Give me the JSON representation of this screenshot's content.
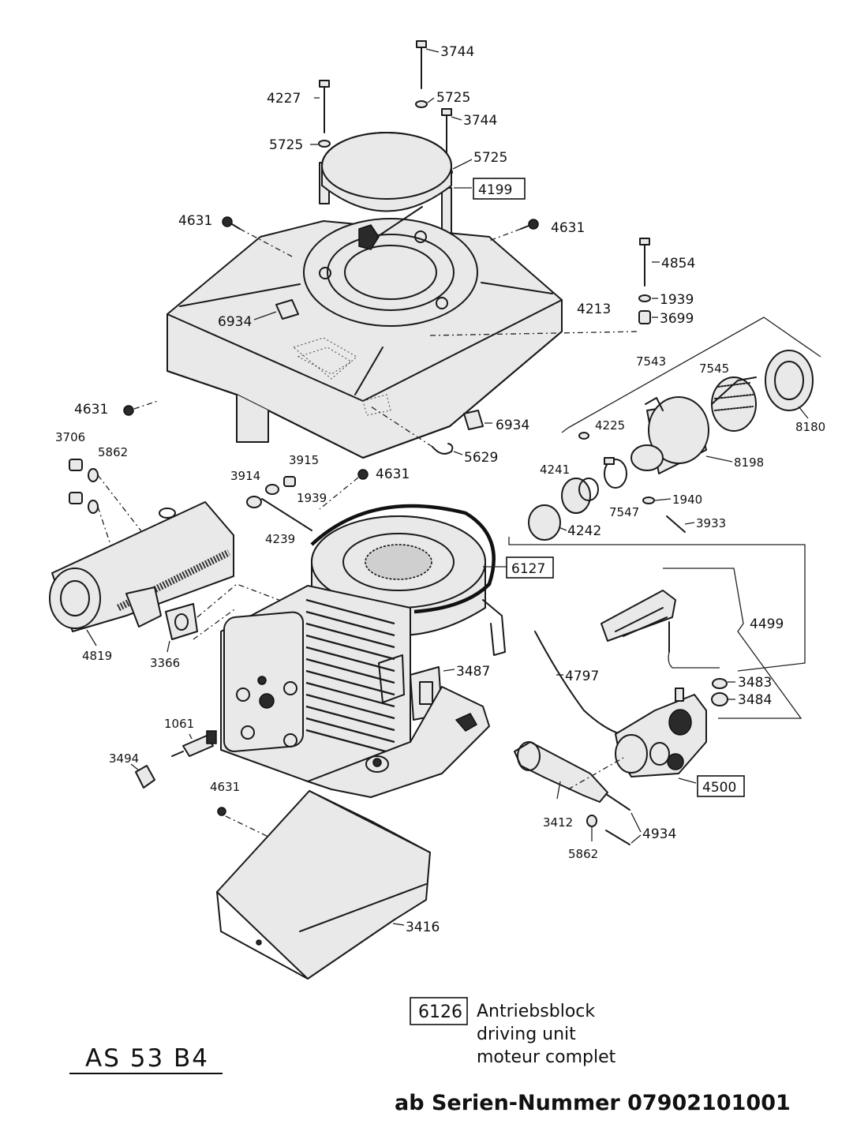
{
  "parts": {
    "p3744a": "3744",
    "p4227": "4227",
    "p5725a": "5725",
    "p3744b": "3744",
    "p5725b": "5725",
    "p5725c": "5725",
    "p4199": "4199",
    "p4631a": "4631",
    "p4631b": "4631",
    "p4854": "4854",
    "p1939a": "1939",
    "p3699": "3699",
    "p4213": "4213",
    "p6934a": "6934",
    "p7543": "7543",
    "p7545": "7545",
    "p4631c": "4631",
    "p4225": "4225",
    "p6934b": "6934",
    "p8180": "8180",
    "p8198": "8198",
    "p3706": "3706",
    "p5862a": "5862",
    "p3915": "3915",
    "p5629": "5629",
    "p3914": "3914",
    "p1939b": "1939",
    "p4631d": "4631",
    "p4241": "4241",
    "p7547": "7547",
    "p1940": "1940",
    "p4239": "4239",
    "p3933": "3933",
    "p4242": "4242",
    "p6127": "6127",
    "p4499": "4499",
    "p4819": "4819",
    "p3366": "3366",
    "p3487": "3487",
    "p4797": "4797",
    "p3483": "3483",
    "p3484": "3484",
    "p1061": "1061",
    "p3494": "3494",
    "p4500": "4500",
    "p4631e": "4631",
    "p3412": "3412",
    "p4934": "4934",
    "p5862b": "5862",
    "p3416": "3416"
  },
  "legend": {
    "code": "6126",
    "line_de": "Antriebsblock",
    "line_en": "driving unit",
    "line_fr": "moteur complet"
  },
  "model": "AS 53 B4",
  "serial_label": "ab Serien-Nummer 07902101001"
}
